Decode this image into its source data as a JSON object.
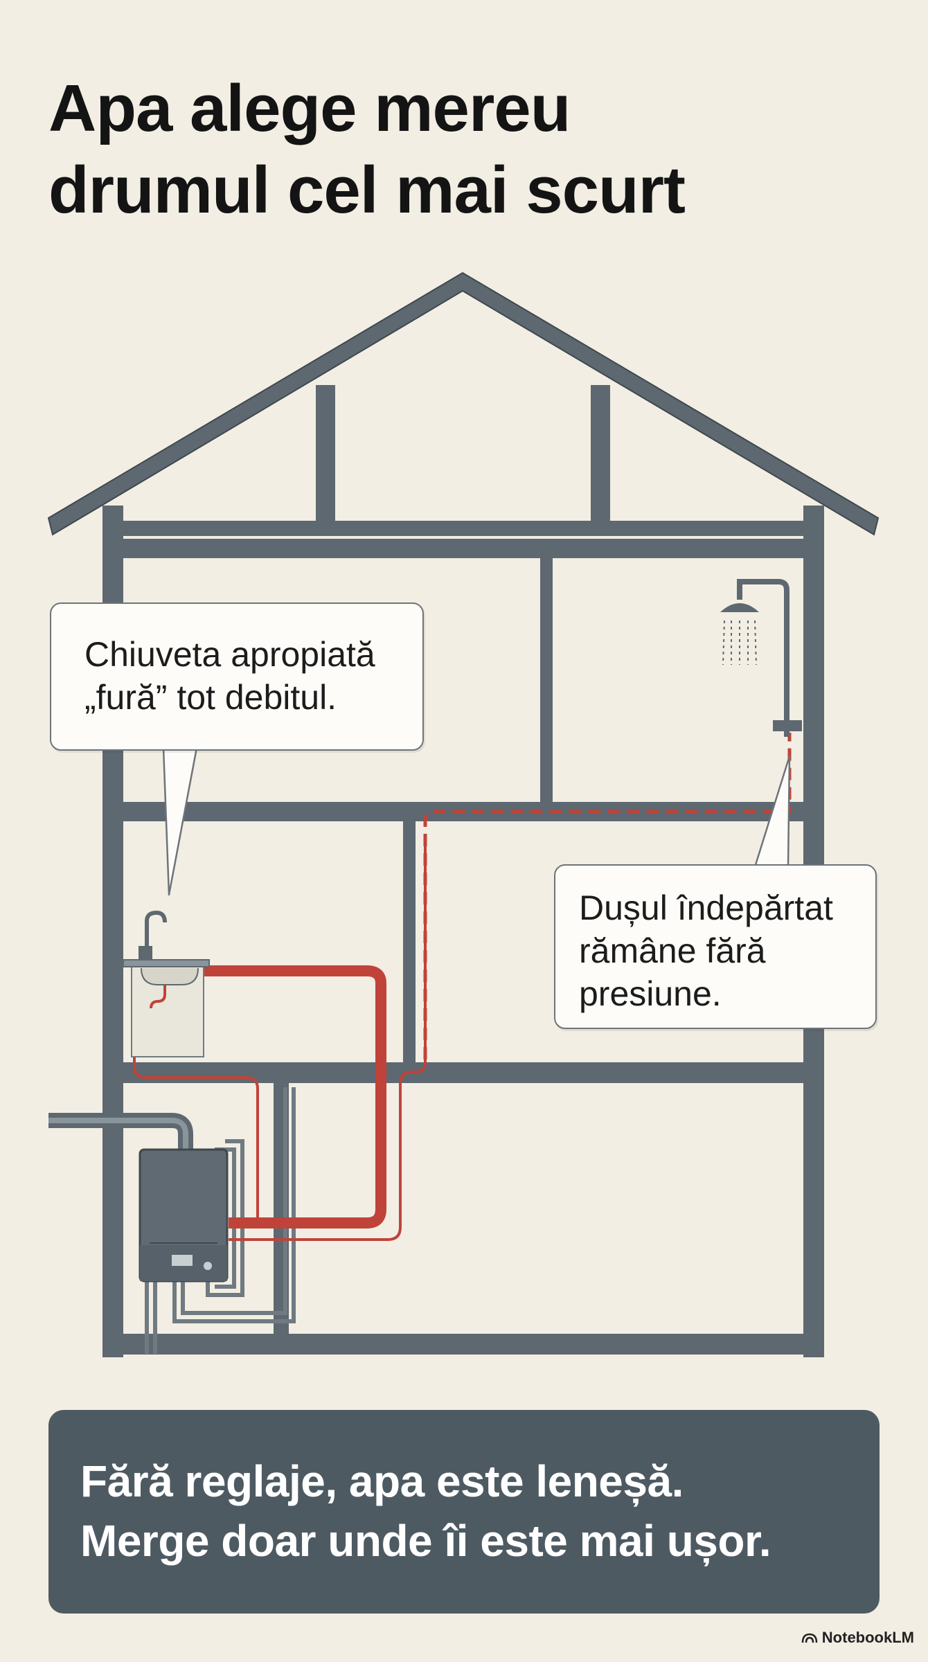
{
  "title": {
    "line1": "Apa alege mereu",
    "line2": "drumul cel mai scurt"
  },
  "callouts": {
    "sink": {
      "line1": "Chiuveta apropiată",
      "line2": "„fură” tot debitul."
    },
    "shower": {
      "line1": "Dușul îndepărtat",
      "line2": "rămâne fără",
      "line3": "presiune."
    }
  },
  "banner": {
    "line1": "Fără reglaje, apa este leneșă.",
    "line2": "Merge doar unde îi este mai ușor."
  },
  "brand": {
    "label": "NotebookLM",
    "icon": "notebooklm-logo-icon"
  },
  "colors": {
    "background": "#f2eee3",
    "frame": "#5d6870",
    "hot_pipe": "#c0433a",
    "banner": "#4e5a62"
  }
}
